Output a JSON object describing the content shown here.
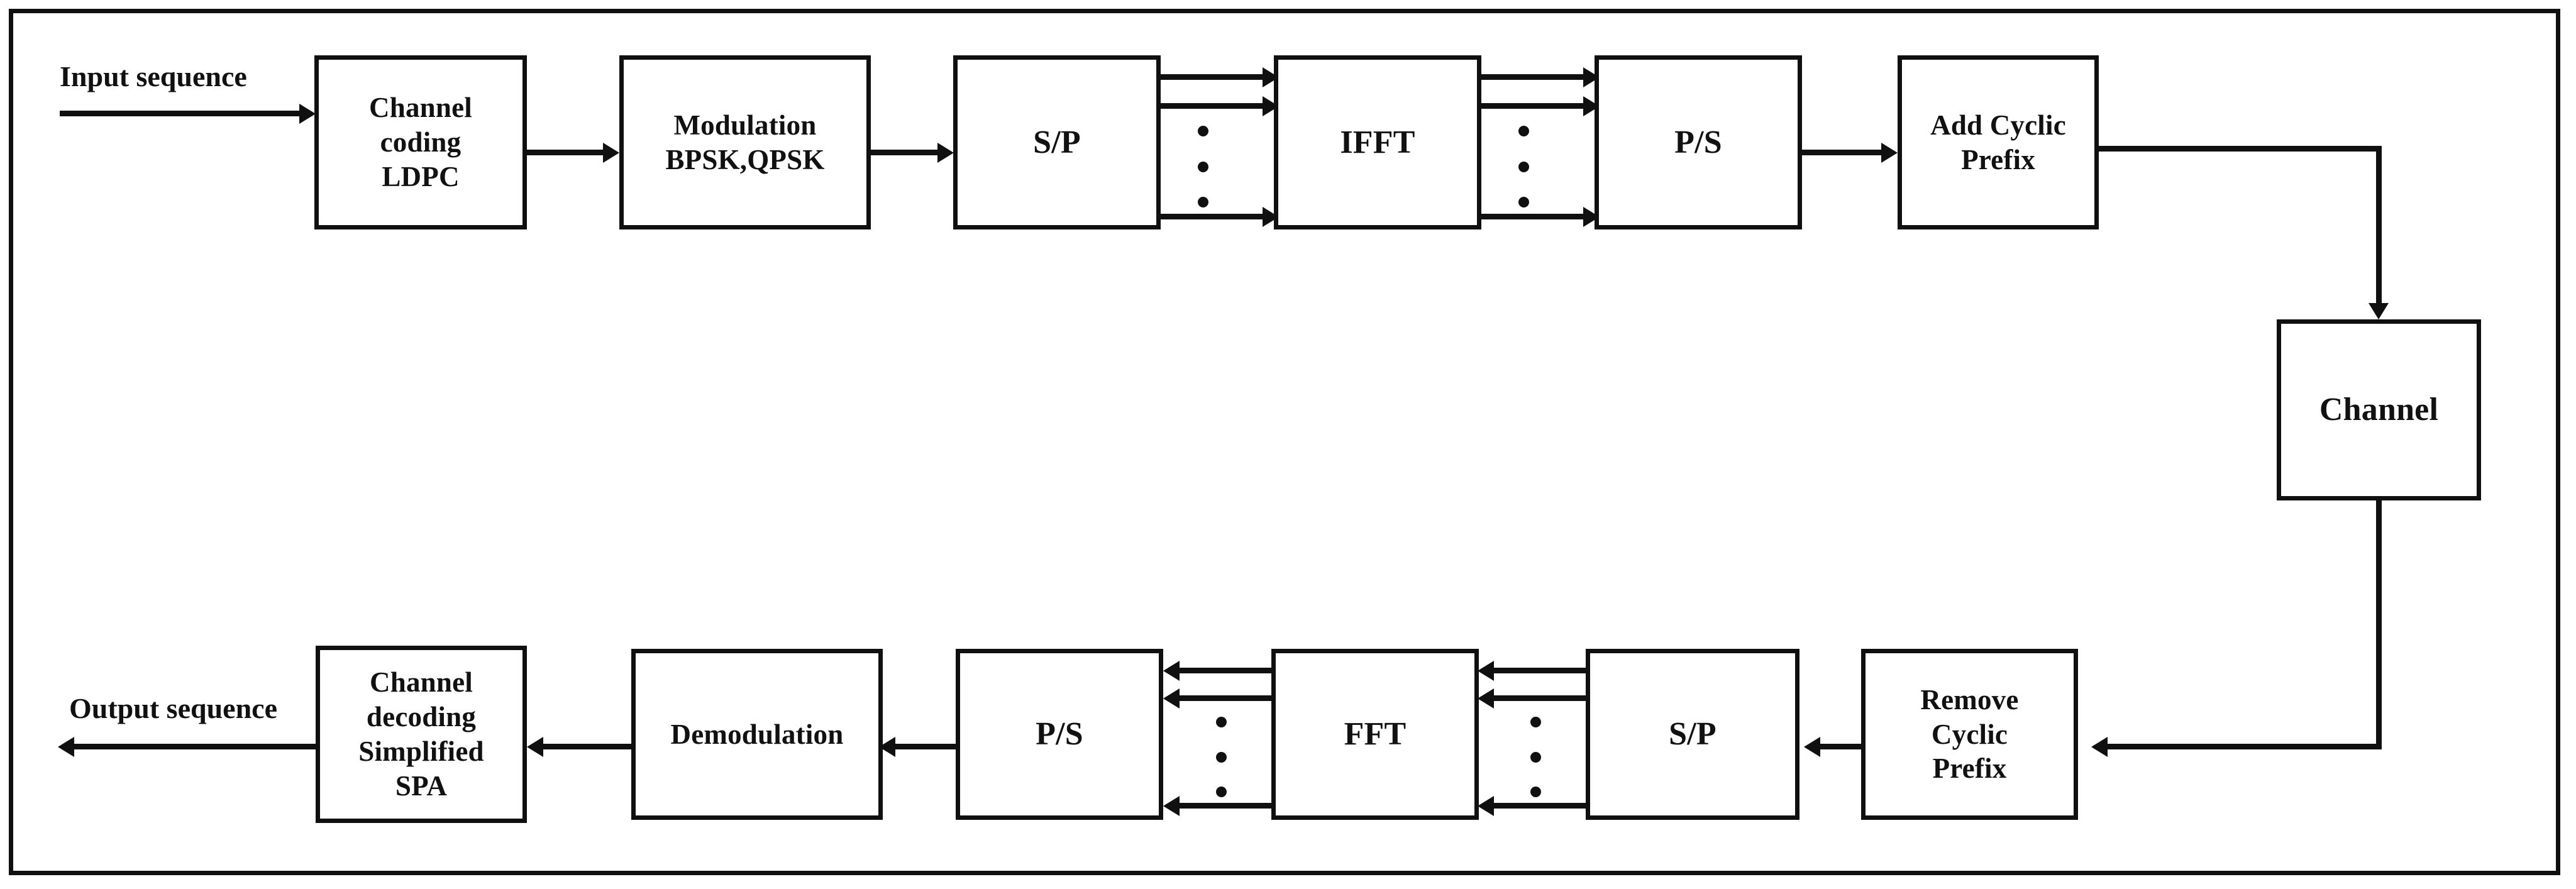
{
  "diagram": {
    "title": "OFDM system block diagram with LDPC channel coding",
    "stroke_color": "#101010",
    "background_color": "#ffffff",
    "labels": {
      "input_sequence": "Input sequence",
      "output_sequence": "Output sequence"
    },
    "transmitter_blocks": [
      {
        "id": "channel-coding",
        "lines": [
          "Channel",
          "coding",
          "LDPC"
        ]
      },
      {
        "id": "modulation",
        "lines": [
          "Modulation",
          "BPSK,QPSK"
        ]
      },
      {
        "id": "serial-to-parallel",
        "lines": [
          "S/P"
        ]
      },
      {
        "id": "ifft",
        "lines": [
          "IFFT"
        ]
      },
      {
        "id": "parallel-to-serial",
        "lines": [
          "P/S"
        ]
      },
      {
        "id": "add-cyclic-prefix",
        "lines": [
          "Add Cyclic",
          "Prefix"
        ]
      }
    ],
    "medium_block": {
      "id": "channel",
      "lines": [
        "Channel"
      ]
    },
    "receiver_blocks": [
      {
        "id": "remove-cyclic-prefix",
        "lines": [
          "Remove",
          "Cyclic",
          "Prefix"
        ]
      },
      {
        "id": "serial-to-parallel-rx",
        "lines": [
          "S/P"
        ]
      },
      {
        "id": "fft",
        "lines": [
          "FFT"
        ]
      },
      {
        "id": "parallel-to-serial-rx",
        "lines": [
          "P/S"
        ]
      },
      {
        "id": "demodulation",
        "lines": [
          "Demodulation"
        ]
      },
      {
        "id": "channel-decoding",
        "lines": [
          "Channel",
          "decoding",
          "Simplified",
          "SPA"
        ]
      }
    ],
    "ellipsis_count": 3,
    "parallel_bus_lines": 3
  }
}
